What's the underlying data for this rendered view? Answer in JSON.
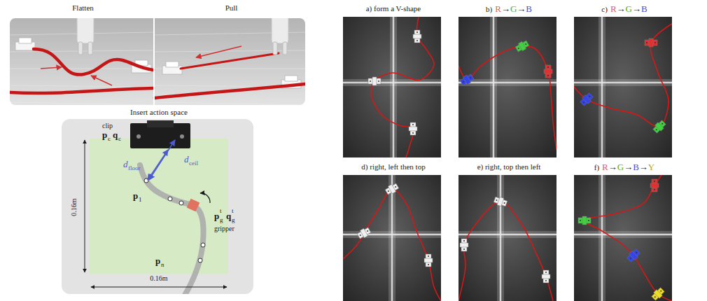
{
  "diagram": {
    "nodes": [
      {
        "text": [
          "Flatten"
        ]
      },
      {
        "text": [
          "Pull"
        ]
      },
      {
        "text": [
          "Insert action space"
        ]
      },
      {
        "text": [
          "a) form a V-shape"
        ]
      },
      {
        "text": [
          "b)",
          "R",
          "→",
          "G",
          "→",
          "B"
        ]
      },
      {
        "text": [
          "c)",
          "R",
          "→",
          "G",
          "→",
          "B"
        ]
      },
      {
        "text": [
          "d) right, left then top"
        ]
      },
      {
        "text": [
          "e) right, top then left"
        ]
      },
      {
        "text": [
          "f)",
          "R",
          "→",
          "G",
          "→",
          "B",
          "→",
          "Y"
        ]
      }
    ],
    "labels": [
      "clip",
      "p",
      "c",
      "q",
      "c",
      "d",
      "ceil",
      "d",
      "floor",
      "p",
      "1",
      "p",
      "t",
      "g",
      "q",
      "t",
      "g",
      "gripper",
      "p",
      "n",
      "0.16m",
      "0.16m"
    ]
  }
}
